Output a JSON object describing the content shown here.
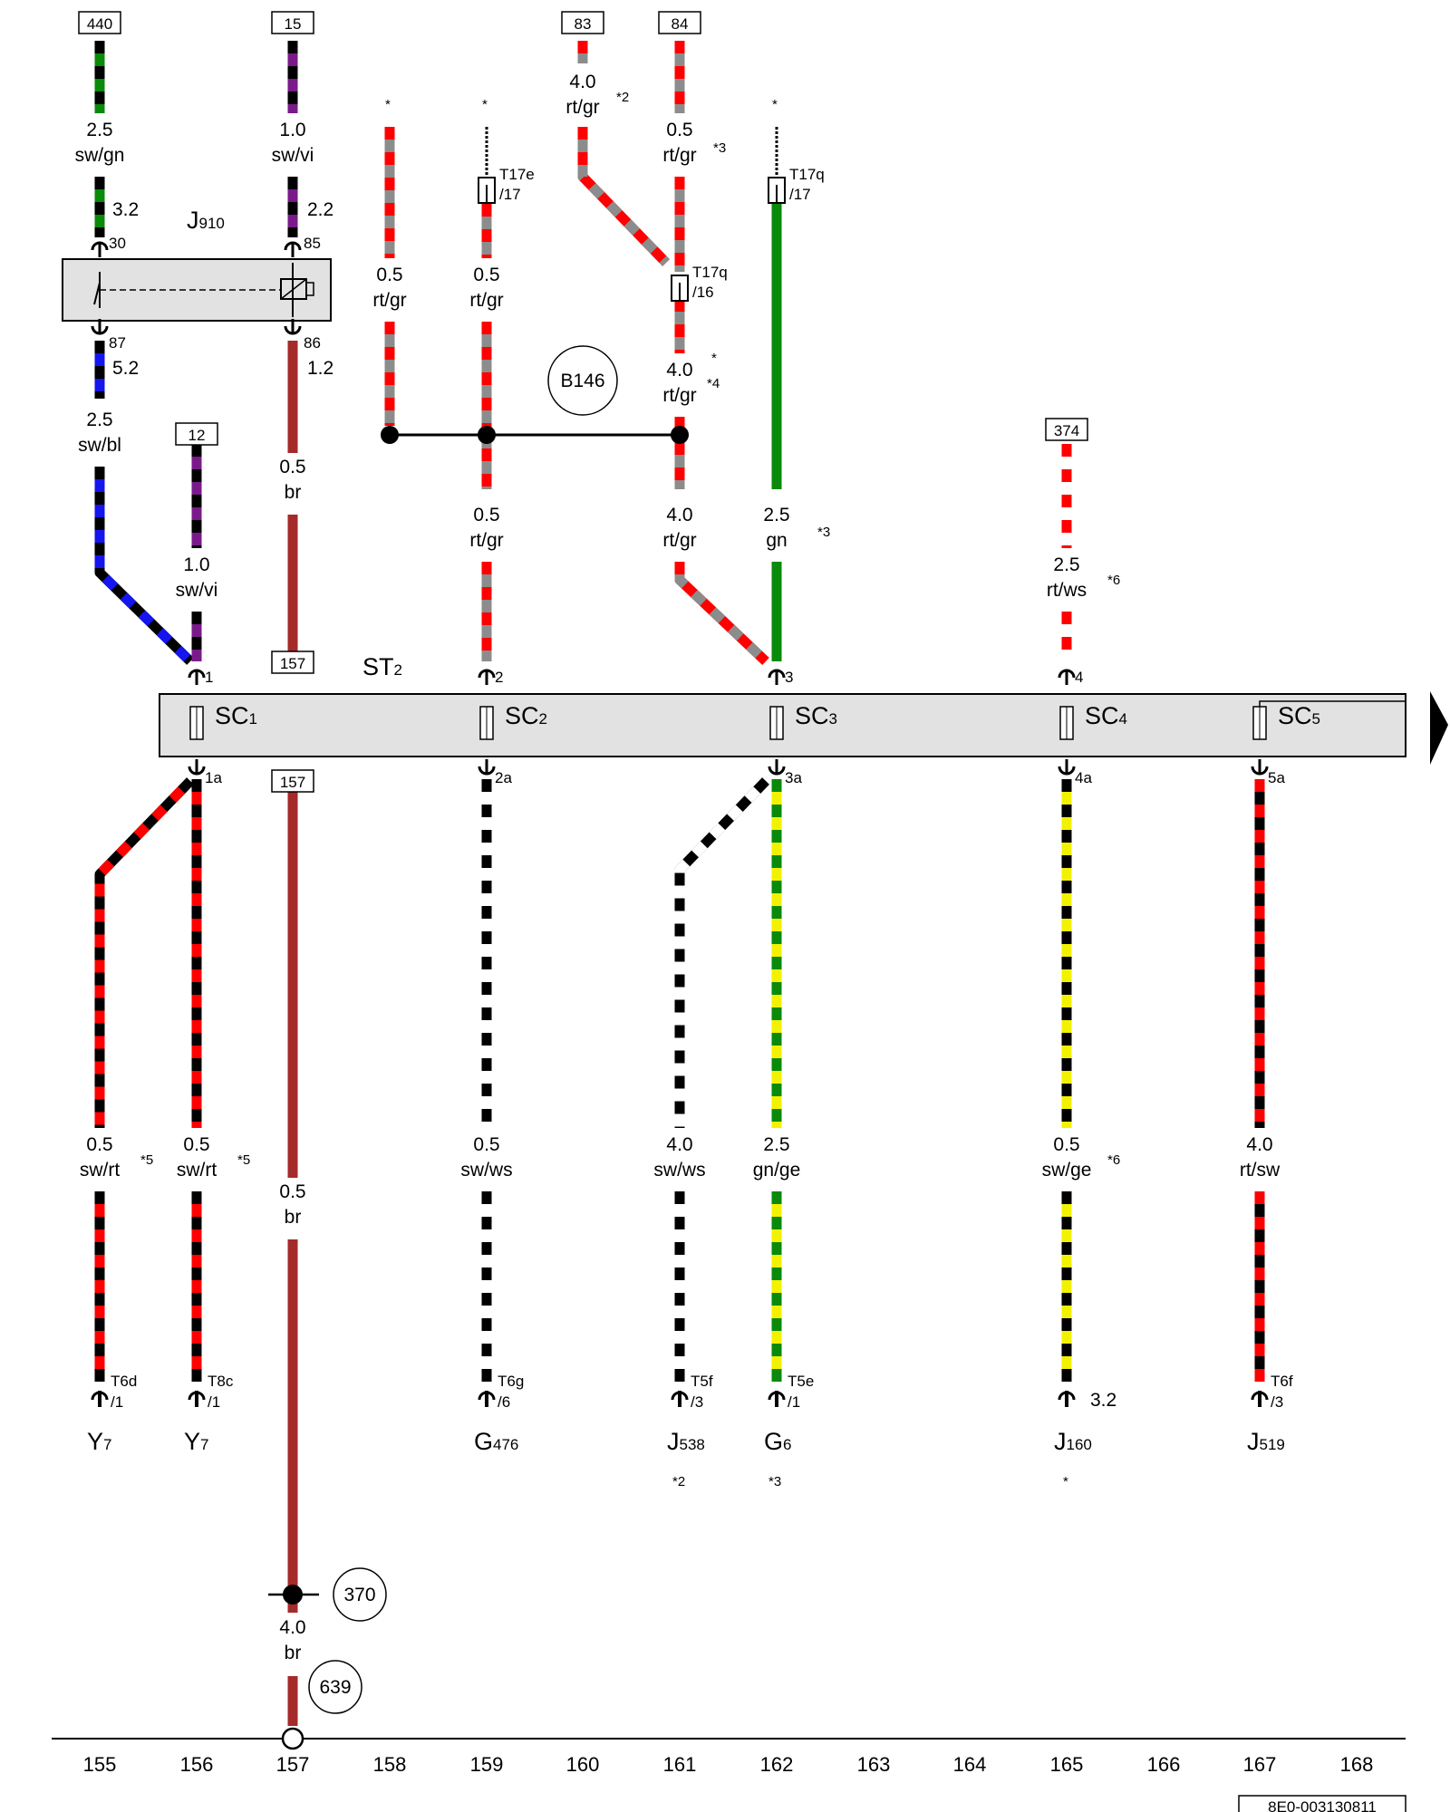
{
  "colors": {
    "sw": "#000000",
    "gn": "#0a8a0a",
    "vi": "#7a1a8a",
    "bl": "#1515ee",
    "br": "#a52a2a",
    "rt": "#ff0000",
    "gr": "#8c8c8c",
    "ws": "#ffffff",
    "ge": "#f2f200",
    "panel": "#e2e2e2"
  },
  "wire_labels": [
    {
      "id": "w440",
      "size": "2.5",
      "color": "sw/gn",
      "col": 0
    },
    {
      "id": "w15",
      "size": "1.0",
      "color": "sw/vi",
      "col": 1
    },
    {
      "id": "w87",
      "size": "2.5",
      "color": "sw/bl",
      "col": 0
    },
    {
      "id": "w12",
      "size": "1.0",
      "color": "sw/vi",
      "col": 1
    },
    {
      "id": "w86",
      "size": "0.5",
      "color": "br",
      "col": 2
    },
    {
      "id": "w158",
      "size": "0.5",
      "color": "rt/gr",
      "col": 3
    },
    {
      "id": "w159a",
      "size": "0.5",
      "color": "rt/gr",
      "col": 4
    },
    {
      "id": "w159b",
      "size": "0.5",
      "color": "rt/gr",
      "col": 4
    },
    {
      "id": "w83",
      "size": "4.0",
      "color": "rt/gr",
      "col": 5
    },
    {
      "id": "w84",
      "size": "0.5",
      "color": "rt/gr",
      "col": 6
    },
    {
      "id": "w161a",
      "size": "4.0",
      "color": "rt/gr",
      "col": 6
    },
    {
      "id": "w161b",
      "size": "4.0",
      "color": "rt/gr",
      "col": 6
    },
    {
      "id": "w162",
      "size": "2.5",
      "color": "gn",
      "col": 7
    },
    {
      "id": "w374",
      "size": "2.5",
      "color": "rt/ws",
      "col": 10
    },
    {
      "id": "l155",
      "size": "0.5",
      "color": "sw/rt",
      "col": 0
    },
    {
      "id": "l156",
      "size": "0.5",
      "color": "sw/rt",
      "col": 1
    },
    {
      "id": "l157",
      "size": "0.5",
      "color": "br",
      "col": 2
    },
    {
      "id": "l159",
      "size": "0.5",
      "color": "sw/ws",
      "col": 4
    },
    {
      "id": "l161",
      "size": "4.0",
      "color": "sw/ws",
      "col": 6
    },
    {
      "id": "l162",
      "size": "2.5",
      "color": "gn/ge",
      "col": 7
    },
    {
      "id": "l165",
      "size": "0.5",
      "color": "sw/ge",
      "col": 10
    },
    {
      "id": "l167",
      "size": "4.0",
      "color": "rt/sw",
      "col": 12
    },
    {
      "id": "g157",
      "size": "4.0",
      "color": "br",
      "col": 2
    }
  ],
  "terminals": [
    {
      "id": "t440",
      "text": "440"
    },
    {
      "id": "t15",
      "text": "15"
    },
    {
      "id": "t83",
      "text": "83"
    },
    {
      "id": "t84",
      "text": "84"
    },
    {
      "id": "t12",
      "text": "12"
    },
    {
      "id": "t157a",
      "text": "157"
    },
    {
      "id": "t157b",
      "text": "157"
    },
    {
      "id": "t374",
      "text": "374"
    }
  ],
  "relay": {
    "name_main": "J",
    "name_sub": "910",
    "pins": [
      "30",
      "85",
      "87",
      "86"
    ],
    "pin_nums": [
      "3.2",
      "2.2",
      "5.2",
      "1.2"
    ]
  },
  "connectors_top": [
    {
      "id": "c159",
      "name": "T17e",
      "pin": "/17"
    },
    {
      "id": "c161",
      "name": "T17q",
      "pin": "/16"
    },
    {
      "id": "c162",
      "name": "T17q",
      "pin": "/17"
    }
  ],
  "fuse_block": {
    "name_main": "ST",
    "name_sub": "2",
    "fuses": [
      {
        "main": "SC",
        "sub": "1",
        "in": "1",
        "out": "1a"
      },
      {
        "main": "SC",
        "sub": "2",
        "in": "2",
        "out": "2a"
      },
      {
        "main": "SC",
        "sub": "3",
        "in": "3",
        "out": "3a"
      },
      {
        "main": "SC",
        "sub": "4",
        "in": "4",
        "out": "4a"
      },
      {
        "main": "SC",
        "sub": "5",
        "in": "",
        "out": "5a"
      }
    ]
  },
  "circles": [
    {
      "id": "b146",
      "text": "B146"
    },
    {
      "id": "n370",
      "text": "370"
    },
    {
      "id": "n639",
      "text": "639"
    }
  ],
  "footnotes": [
    {
      "id": "s158",
      "text": "*"
    },
    {
      "id": "s159",
      "text": "*"
    },
    {
      "id": "s162",
      "text": "*"
    },
    {
      "id": "s83",
      "text": "*2"
    },
    {
      "id": "s84",
      "text": "*3"
    },
    {
      "id": "s161a",
      "text": "*"
    },
    {
      "id": "s161b",
      "text": "*4"
    },
    {
      "id": "s162b",
      "text": "*3"
    },
    {
      "id": "s374",
      "text": "*6"
    },
    {
      "id": "s155",
      "text": "*5"
    },
    {
      "id": "s156",
      "text": "*5"
    },
    {
      "id": "s165",
      "text": "*6"
    },
    {
      "id": "d161",
      "text": "*2"
    },
    {
      "id": "d162",
      "text": "*3"
    },
    {
      "id": "d165",
      "text": "*"
    }
  ],
  "components": [
    {
      "main": "Y",
      "sub": "7",
      "conn": "T6d",
      "pin": "/1"
    },
    {
      "main": "Y",
      "sub": "7",
      "conn": "T8c",
      "pin": "/1"
    },
    {
      "main": "G",
      "sub": "476",
      "conn": "T6g",
      "pin": "/6"
    },
    {
      "main": "J",
      "sub": "538",
      "conn": "T5f",
      "pin": "/3"
    },
    {
      "main": "G",
      "sub": "6",
      "conn": "T5e",
      "pin": "/1"
    },
    {
      "main": "J",
      "sub": "160",
      "conn": "",
      "pin": "3.2"
    },
    {
      "main": "J",
      "sub": "519",
      "conn": "T6f",
      "pin": "/3"
    }
  ],
  "x_axis": [
    "155",
    "156",
    "157",
    "158",
    "159",
    "160",
    "161",
    "162",
    "163",
    "164",
    "165",
    "166",
    "167",
    "168"
  ],
  "doc_number": "8E0-003130811"
}
